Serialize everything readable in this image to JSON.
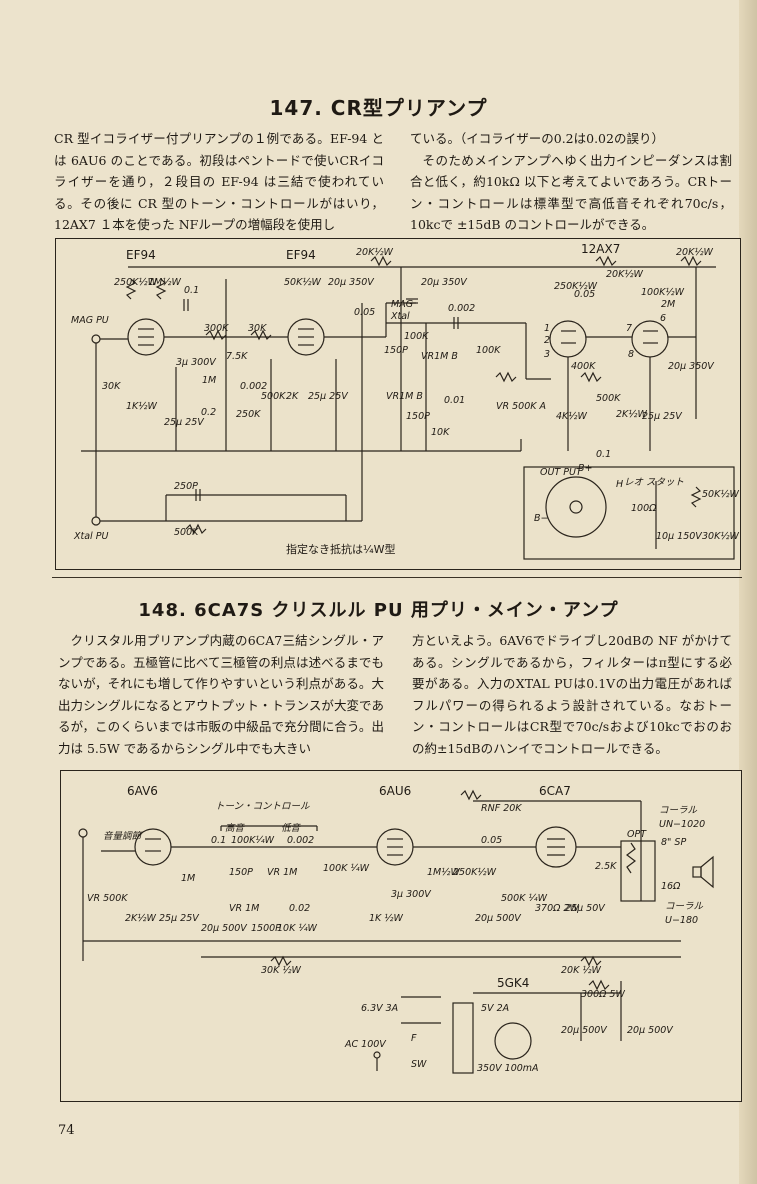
{
  "section147": {
    "title": "147. CR型プリアンプ",
    "left_text": "CR 型イコライザー付プリアンプの１例である。EF-94 とは 6AU6 のことである。初段はペントードで使いCRイコライザーを通り，２段目の EF-94 は三結で使われている。その後に CR 型のトーン・コントロールがはいり，12AX7 １本を使った NFループの増幅段を使用し",
    "right_text_1": "ている。（イコライザーの0.2は0.02の誤り）",
    "right_text_2": "そのためメインアンプへゆく出力インピーダンスは割合と低く，約10kΩ 以下と考えてよいであろう。CRトーン・コントロールは標準型で高低音それぞれ70c/s，10kcで ±15dB のコントロールができる。",
    "schematic": {
      "tubes": [
        "EF94",
        "EF94",
        "12AX7"
      ],
      "labels": {
        "mag_pu": "MAG PU",
        "xtal_pu": "Xtal PU",
        "out_put": "OUT PUT",
        "rheostat": "レオ スタット",
        "b_plus": "B+",
        "b_minus": "B−",
        "h": "H",
        "mag_sel": "MAG",
        "xtal_sel": "Xtal"
      },
      "components": {
        "r250k_half": "250K½W",
        "r1m_half": "1M½W",
        "c01": "0.1",
        "r50k_half": "50K½W",
        "r20k_half_top": "20K½W",
        "c20u350_a": "20μ 350V",
        "c20u350_b": "20μ 350V",
        "c3u300": "3μ 300V",
        "r300k": "300K",
        "r30k": "30K",
        "r75k": "7.5K",
        "c0002_a": "0.002",
        "r250k": "250K",
        "r500k": "500K",
        "r2k": "2K",
        "c25u25_a": "25μ 25V",
        "c02": "0.2",
        "r1m": "1M",
        "c25u25_b": "25μ 25V",
        "r1k_half": "1K½W",
        "r30k_left": "30K",
        "c005": "0.05",
        "r100k_a": "100K",
        "c0002_b": "0.002",
        "r100k_b": "100K",
        "c150p_a": "150P",
        "c150p_b": "150P",
        "vr1mb_a": "VR1M B",
        "vr1mb_b": "VR1M B",
        "c001": "0.01",
        "r10k": "10K",
        "vr500ka": "VR 500K A",
        "r250k_half_b": "250K½W",
        "c005_b": "0.05",
        "r20k_half_b": "20K½W",
        "r20k_half_c": "20K½W",
        "r100k_half": "100K½W",
        "r2m": "2M",
        "r400k": "400K",
        "r500k_b": "500K",
        "r4k_half": "4K½W",
        "r2k_half": "2K½W",
        "c25u25_c": "25μ 25V",
        "c20u350_c": "20μ 350V",
        "c250p": "250P",
        "r500k_c": "500K",
        "c01_b": "0.1",
        "r100": "100Ω",
        "c10u150": "10μ 150V",
        "r50k_half_b": "50K½W",
        "r30k_half": "30K½W",
        "pin1": "1",
        "pin2": "2",
        "pin3": "3",
        "pin6": "6",
        "pin7": "7",
        "pin8": "8"
      },
      "note": "指定なき抵抗は¼W型"
    }
  },
  "section148": {
    "title": "148. 6CA7S クリスルル PU 用プリ・メイン・アンプ",
    "left_text": "クリスタル用プリアンプ内蔵の6CA7三結シングル・アンプである。五極管に比べて三極管の利点は述べるまでもないが，それにも増して作りやすいという利点がある。大出力シングルになるとアウトプット・トランスが大変であるが，このくらいまでは市販の中級品で充分間に合う。出力は 5.5W であるからシングル中でも大きい",
    "right_text": "方といえよう。6AV6でドライブし20dBの NF がかけてある。シングルであるから，フィルターはπ型にする必要がある。入力のXTAL PUは0.1Vの出力電圧があればフルパワーの得られるよう設計されている。なおトーン・コントロールはCR型で70c/sおよび10kcでおのおの約±15dBのハンイでコントロールできる。",
    "schematic": {
      "tubes": [
        "6AV6",
        "6AU6",
        "6CA7",
        "5GK4"
      ],
      "labels": {
        "tone_control": "トーン・コントロール",
        "treble": "高音",
        "bass": "低音",
        "volume": "音量調節",
        "opt": "OPT",
        "speaker": "8\" SP",
        "coral1": "コーラル",
        "coral1_model": "UN−1020",
        "coral2": "コーラル",
        "coral2_model": "U−180",
        "ac": "AC 100V",
        "sw": "SW",
        "fuse": "F",
        "heater": "6.3V 3A",
        "rect_heater": "5V 2A",
        "ht": "350V 100mA",
        "imp_25k": "2.5K",
        "imp_16": "16Ω"
      },
      "components": {
        "vr500k": "VR 500K",
        "r1m": "1M",
        "r2k_half": "2K½W",
        "c25u25": "25μ 25V",
        "c01": "0.1",
        "r100k_quarter": "100K¼W",
        "c0002": "0.002",
        "c150p": "150P",
        "vr1m_a": "VR 1M",
        "vr1m_b": "VR 1M",
        "c1500p": "1500P",
        "c002": "0.02",
        "r10k_quarter": "10K ¼W",
        "c20u500": "20μ 500V",
        "r100k_b": "100K ¼W",
        "r1k_half": "1K ½W",
        "c3u300": "3μ 300V",
        "r1m_half": "1M½W",
        "r250k_half": "250K½W",
        "c005": "0.05",
        "c20u500_b": "20μ 500V",
        "r500k_quarter": "500K ¼W",
        "r370": "370Ω 2W",
        "c25u50": "25μ 50V",
        "rnf": "RNF 20K",
        "r30k_half": "30K ½W",
        "r20k_half": "20K ½W",
        "r300": "300Ω 5W",
        "c20u500_c": "20μ 500V",
        "c20u500_d": "20μ 500V"
      }
    }
  },
  "page_number": "74"
}
